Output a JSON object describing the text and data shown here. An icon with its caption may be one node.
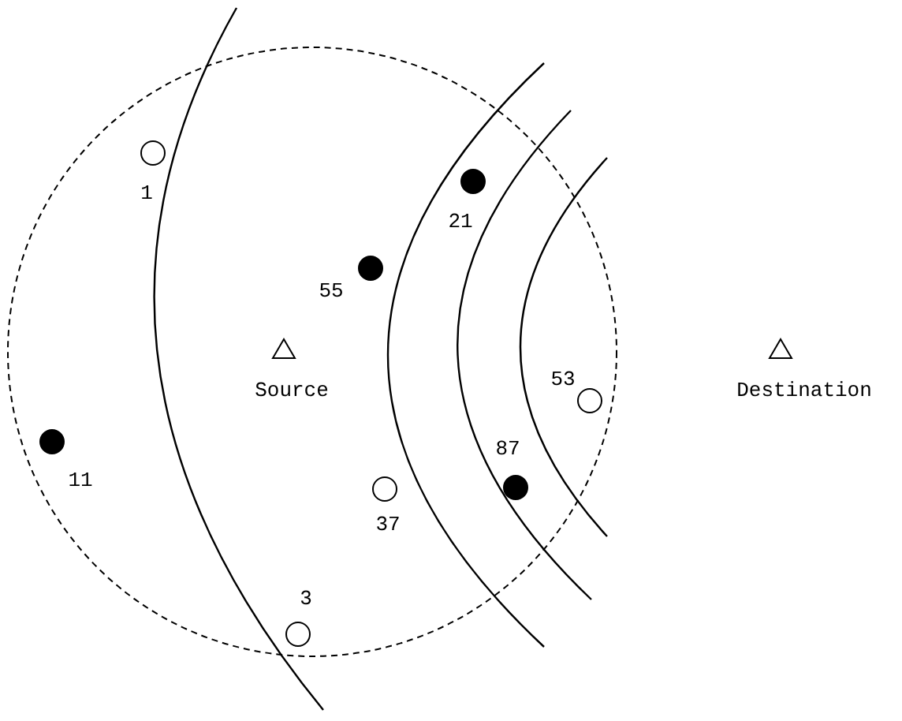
{
  "diagram": {
    "nodes": [
      {
        "text": [],
        "shape": "circle",
        "beside": [
          "1"
        ]
      },
      {
        "text": [],
        "shape": "dot",
        "beside": [
          "21"
        ]
      },
      {
        "text": [],
        "shape": "dot",
        "beside": [
          "55"
        ]
      },
      {
        "text": [],
        "shape": "triangle",
        "beside": [
          "Source"
        ]
      },
      {
        "text": [],
        "shape": "circle",
        "beside": [
          "53"
        ]
      },
      {
        "text": [],
        "shape": "triangle",
        "beside": [
          "Destination"
        ]
      },
      {
        "text": [],
        "shape": "dot",
        "beside": [
          "11"
        ]
      },
      {
        "text": [],
        "shape": "dot",
        "beside": [
          "87"
        ]
      },
      {
        "text": [],
        "shape": "circle",
        "beside": [
          "37"
        ]
      },
      {
        "text": [],
        "shape": "circle",
        "beside": [
          "3"
        ]
      }
    ]
  }
}
